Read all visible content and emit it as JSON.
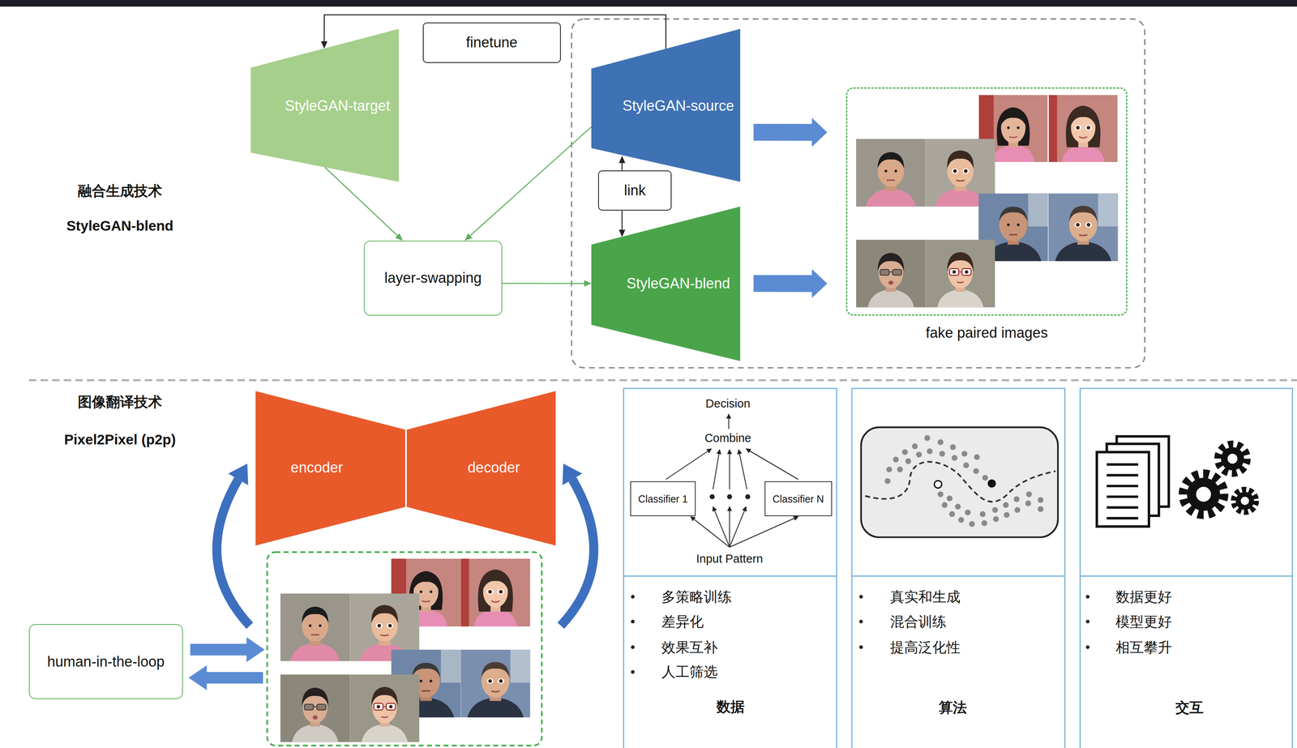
{
  "diagram": {
    "nodes": [
      {
        "text": [
          "StyleGAN-target"
        ]
      },
      {
        "text": [
          "finetune"
        ]
      },
      {
        "text": [
          "StyleGAN-source"
        ]
      },
      {
        "text": [
          "link"
        ]
      },
      {
        "text": [
          "layer-swapping"
        ]
      },
      {
        "text": [
          "StyleGAN-blend"
        ]
      },
      {
        "text": [
          "fake paired images"
        ]
      },
      {
        "text": [
          "encoder"
        ]
      },
      {
        "text": [
          "decoder"
        ]
      },
      {
        "text": [
          "human-in-the-loop"
        ]
      },
      {
        "text": [
          "多策略训练",
          "差异化",
          "效果互补",
          "人工筛选",
          "数据"
        ]
      },
      {
        "text": [
          "Classifier 1"
        ],
        "in": 10
      },
      {
        "text": [
          "Classifier N"
        ],
        "in": 10
      },
      {
        "text": [
          "真实和生成",
          "混合训练",
          "提高泛化性",
          "算法"
        ]
      },
      {
        "text": [
          "数据更好",
          "模型更好",
          "相互攀升",
          "交互"
        ]
      }
    ],
    "edges": [
      {
        "from": 2,
        "to": 0,
        "arrow": "to"
      },
      {
        "from": 3,
        "to": 2,
        "arrow": "to"
      },
      {
        "from": 3,
        "to": 5,
        "arrow": "to"
      },
      {
        "from": 0,
        "to": 4,
        "arrow": "to"
      },
      {
        "from": 2,
        "to": 4,
        "arrow": "to"
      },
      {
        "from": 4,
        "to": 5,
        "arrow": "to"
      },
      {
        "from": 2,
        "to": 6,
        "arrow": "to"
      },
      {
        "from": 5,
        "to": 6,
        "arrow": "to"
      }
    ],
    "labels": [
      "融合生成技术",
      "StyleGAN-blend",
      "图像翻译技术",
      "Pixel2Pixel (p2p)",
      "Decision",
      "Combine",
      "Input Pattern"
    ]
  }
}
